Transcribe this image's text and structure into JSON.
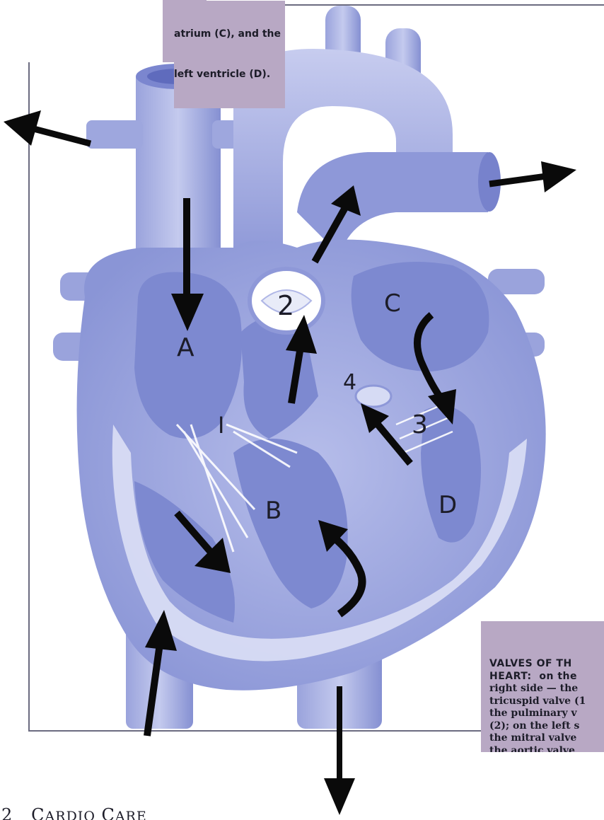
{
  "top_callout": {
    "lines": [
      "atrium (C), and the",
      "left ventricle (D)."
    ]
  },
  "bottom_callout": {
    "lines": [
      "VALVES OF TH",
      "HEART:  on the",
      "right side — the",
      "tricuspid valve (1",
      "the pulminary v",
      "(2); on the left s",
      "the mitral valve",
      "the aortic valve"
    ]
  },
  "chamber_labels": {
    "a": "A",
    "b": "B",
    "c": "C",
    "d": "D"
  },
  "valve_labels": {
    "v1": "I",
    "v2": "2",
    "v3": "3",
    "v4": "4"
  },
  "footer": {
    "page_number": "2",
    "title_first": "C",
    "title_rest": "ARDIO",
    "title_first2": "C",
    "title_rest2": "ARE"
  },
  "colors": {
    "heart": "#8a95d6",
    "heart_light": "#aab2e4",
    "heart_pale": "#c9cff0",
    "chamber": "#7d89d0",
    "arrow": "#0a0a0a",
    "callout": "#b8a8c4"
  }
}
